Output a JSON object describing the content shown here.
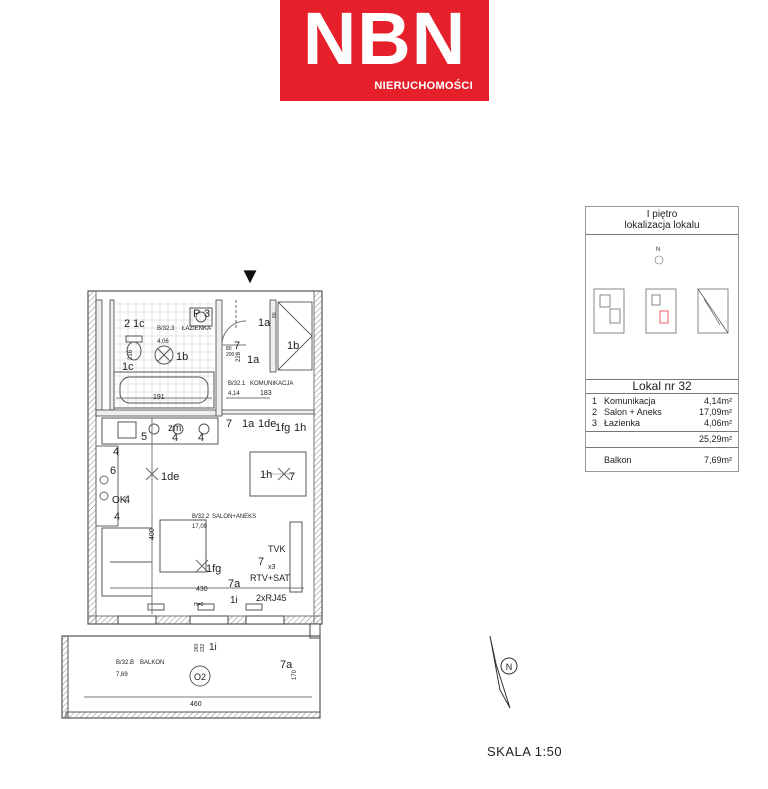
{
  "brand": {
    "logo_main": "NBN",
    "logo_sub": "NIERUCHOMOŚCI",
    "brand_color": "#e5202b"
  },
  "panel": {
    "floor": "I piętro",
    "subtitle": "lokalizacja lokalu",
    "compass_letter": "N",
    "lokal_title": "Lokal nr 32",
    "rooms": [
      {
        "num": "1",
        "name": "Komunikacja",
        "area": "4,14m²"
      },
      {
        "num": "2",
        "name": "Salon + Aneks",
        "area": "17,09m²"
      },
      {
        "num": "3",
        "name": "Łazienka",
        "area": "4,06m²"
      }
    ],
    "total": "25,29m²",
    "balcony_label": "Balkon",
    "balcony_area": "7,69m²"
  },
  "plan": {
    "entrance_marker": "▼",
    "rooms": {
      "lazienka_code": "B/32.3",
      "lazienka_name": "ŁAZIENKA",
      "lazienka_area": "4,06",
      "komunikacja_code": "B/32.1",
      "komunikacja_name": "KOMUNIKACJA",
      "komunikacja_area": "4,14",
      "salon_code": "B/32.2",
      "salon_name": "SALON+ANEKS",
      "salon_area": "17,09",
      "balkon_code": "B/32.B",
      "balkon_name": "BALKON",
      "balkon_area": "7,69"
    },
    "dims": {
      "d191": "191",
      "d183": "183",
      "d216": "216",
      "d228": "228",
      "d400": "400",
      "d430": "430",
      "d460": "460",
      "d170": "170",
      "d80a": "80",
      "d80b": "80",
      "d200": "200",
      "d232": "232",
      "d260": "260",
      "h0": "H=0"
    },
    "symbols": {
      "s2": "2",
      "s1c_top": "1c",
      "s1c_bottom": "1c",
      "sP": "P",
      "s3": "3",
      "s1a_a": "1a",
      "s1a_b": "1a",
      "s1a_c": "1a",
      "s7_a": "7",
      "s7_b": "7",
      "s7_c": "7",
      "s7_tbl": "7",
      "s7_tvk": "7",
      "s7a_a": "7a",
      "s7a_b": "7a",
      "s1b_a": "1b",
      "s1b_b": "1b",
      "s1de_a": "1de",
      "s1de_b": "1de",
      "s1fg_a": "1fg",
      "s1fg_b": "1fg",
      "s1h_a": "1h",
      "s1h_b": "1h",
      "s1i_a": "1i",
      "s1i_b": "1i",
      "s4_a": "4",
      "s4_b": "4",
      "s4_c": "4",
      "s4_d": "4",
      "s4_e": "4",
      "s5": "5",
      "szm": "zm",
      "s6": "6",
      "sOK": "OK",
      "sTVK": "TVK",
      "sx3": "x3",
      "sRTV": "RTV+SAT",
      "sRJ": "2xRJ45",
      "sO2": "O2"
    },
    "north_letter": "N"
  },
  "scale_label": "SKALA 1:50"
}
